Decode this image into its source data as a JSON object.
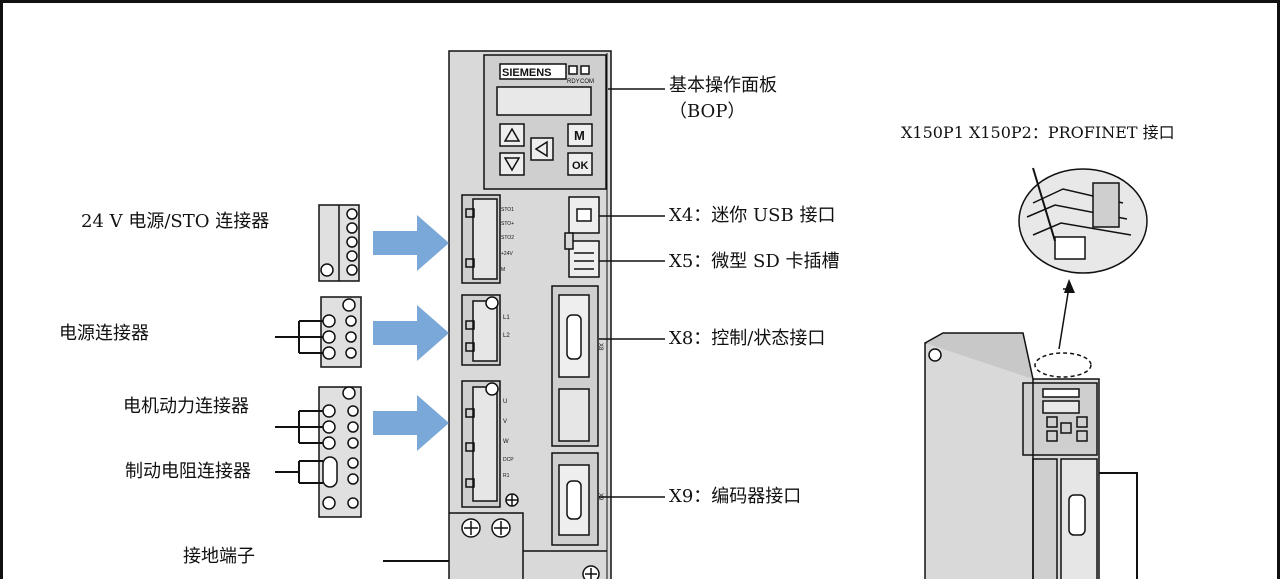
{
  "device": {
    "brand": "SIEMENS",
    "led_labels": [
      "RDY",
      "COM"
    ],
    "key_labels": [
      "M",
      "OK"
    ],
    "terminal_labels": [
      "STO1",
      "STO+",
      "STO2",
      "+24V",
      "M"
    ],
    "power_labels": [
      "L1",
      "L2"
    ],
    "motor_labels": [
      "U",
      "V",
      "W"
    ],
    "brake_labels": [
      "DCP",
      "R1"
    ],
    "port_marks": [
      "X8",
      "X9"
    ]
  },
  "callouts": {
    "bop_line1": "基本操作面板",
    "bop_line2": "（BOP）",
    "x4": "X4：迷你 USB 接口",
    "x5": "X5：微型 SD 卡插槽",
    "x8": "X8：控制/状态接口",
    "x9": "X9：编码器接口",
    "profinet": "X150P1 X150P2：PROFINET 接口"
  },
  "connectors": {
    "sto": "24 V 电源/STO 连接器",
    "power": "电源连接器",
    "motor": "电机动力连接器",
    "brake": "制动电阻连接器",
    "ground": "接地端子"
  },
  "colors": {
    "arrow": "#7aa8d8",
    "housing": "#d9d9d9",
    "line": "#111111"
  }
}
